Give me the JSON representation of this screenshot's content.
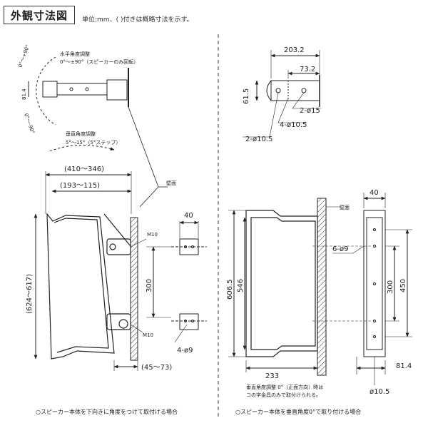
{
  "header": {
    "title": "外観寸法図",
    "unit_note": "単位:mm、( )付きは概略寸法を示す。"
  },
  "left_view": {
    "horizontal_angle": {
      "label": "水平角度調整",
      "value": "0°～±90°（スピーカーのみ回転）"
    },
    "arc_top": "0°～+90°",
    "arc_bottom": "0°～-90°",
    "dim_81_4": "81.4",
    "vertical_angle": {
      "label": "垂直角度調整",
      "value": "5°～15°（5°ステップ）"
    },
    "dim_410_346": "(410～346)",
    "dim_193_115": "(193～115)",
    "dim_624_617": "(624～617)",
    "wall": "壁面",
    "m10_top": "M10",
    "m10_bottom": "M10",
    "dim_40": "40",
    "dim_300": "300",
    "dim_4_9": "4-ø9",
    "dim_45_73": "(45～73)",
    "caption": "○スピーカー本体を下向きに角度をつけて取付ける場合"
  },
  "top_right_view": {
    "dim_203_2": "203.2",
    "dim_73_2": "73.2",
    "dim_61_5": "61.5",
    "dim_2_15": "2-ø15",
    "dim_4_10_5": "4-ø10.5",
    "dim_2_10_5": "2-ø10.5"
  },
  "right_view": {
    "wall": "壁面",
    "dim_606_5": "606.5",
    "dim_546": "546",
    "dim_6_9": "6-ø9",
    "dim_40": "40",
    "dim_300": "300",
    "dim_450": "450",
    "dim_233": "233",
    "dim_81_4": "81.4",
    "dim_10_5": "ø10.5",
    "note_line1": "垂直角度調整 0°（正面方向）時は",
    "note_line2": "コの字金具のみで取付けられる。",
    "caption": "○スピーカー本体を垂直角度0°で取り付ける場合"
  }
}
